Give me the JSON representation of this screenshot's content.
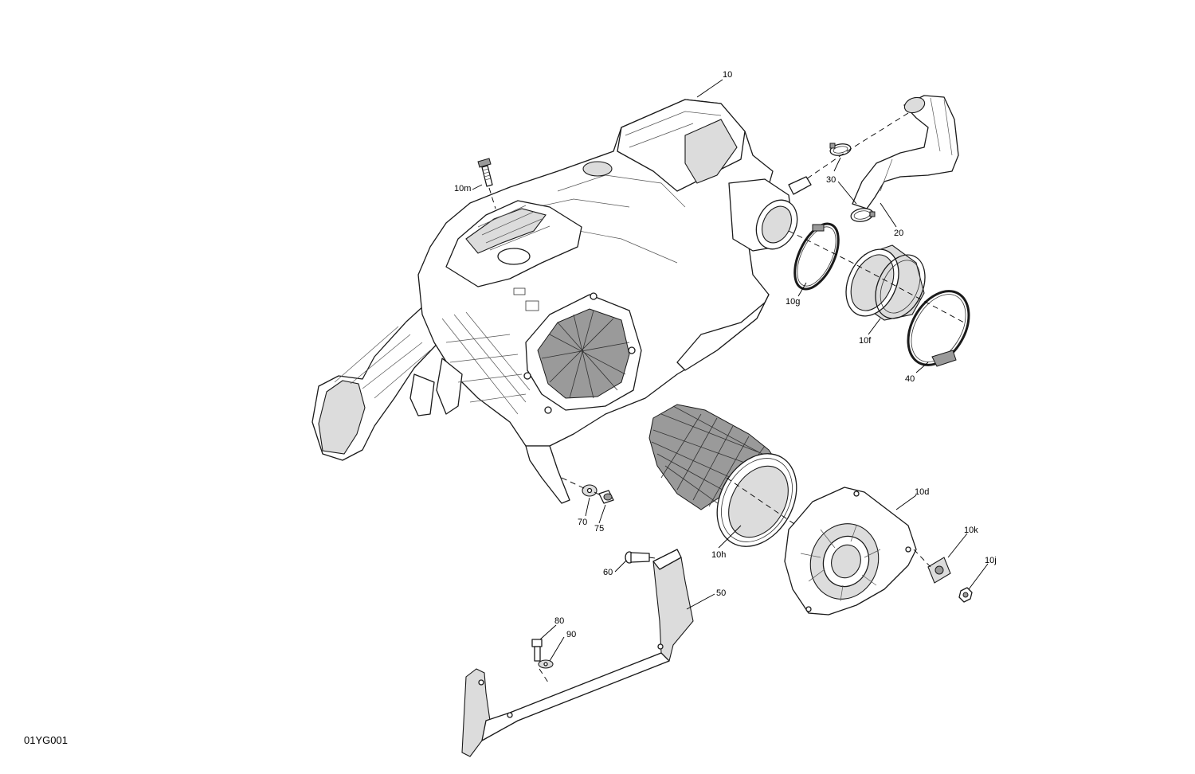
{
  "callouts": {
    "c10": "10",
    "c10m": "10m",
    "c30": "30",
    "c20": "20",
    "c10g": "10g",
    "c10f": "10f",
    "c40": "40",
    "c10d": "10d",
    "c10k": "10k",
    "c10j": "10j",
    "c10h": "10h",
    "c70": "70",
    "c75": "75",
    "c60": "60",
    "c50": "50",
    "c80": "80",
    "c90": "90"
  },
  "drawing_code": "01YG001"
}
